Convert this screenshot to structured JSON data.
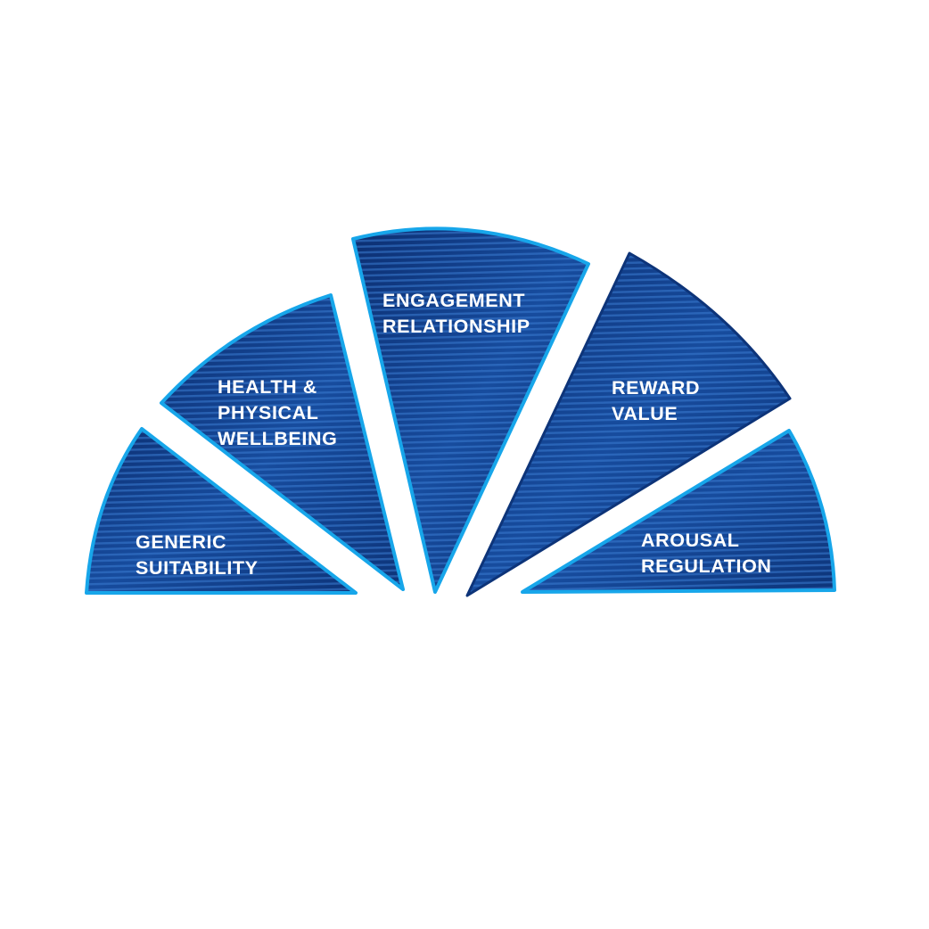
{
  "colors": {
    "fill_dark": "#0c2f72",
    "fill_mid": "#174c9e",
    "stripe": "#3b7bd1",
    "outline": "#17a6ea",
    "label": "#ffffff"
  },
  "segments": [
    {
      "id": "generic-suitability",
      "lines": [
        "GENERIC",
        "SUITABILITY"
      ]
    },
    {
      "id": "health-physical-wellbeing",
      "lines": [
        "HEALTH &",
        "PHYSICAL",
        "WELLBEING"
      ]
    },
    {
      "id": "engagement-relationship",
      "lines": [
        "ENGAGEMENT",
        "RELATIONSHIP"
      ]
    },
    {
      "id": "reward-value",
      "lines": [
        "REWARD",
        "VALUE"
      ]
    },
    {
      "id": "arousal-regulation",
      "lines": [
        "AROUSAL",
        "REGULATION"
      ]
    }
  ]
}
